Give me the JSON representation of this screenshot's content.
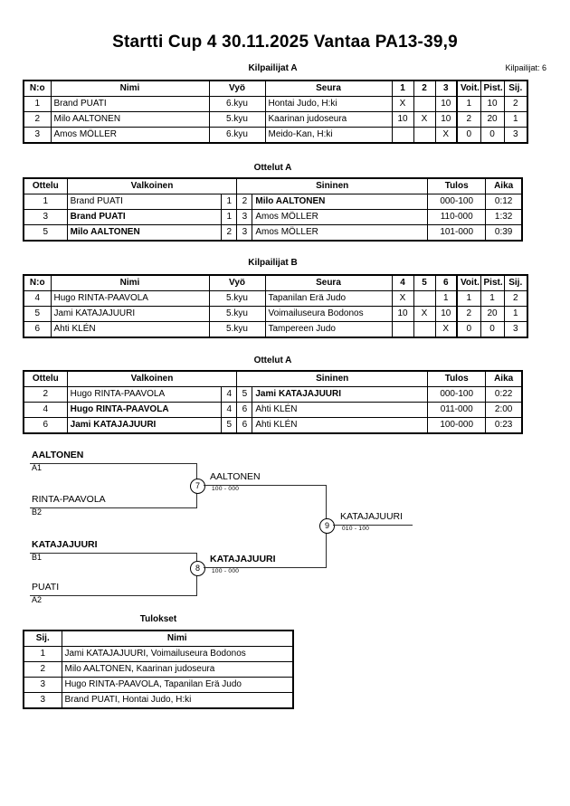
{
  "header": {
    "title": "Startti Cup 4  30.11.2025  Vantaa   PA13-39,9",
    "competitor_count_label": "Kilpailijat: 6"
  },
  "captions": {
    "pool_a": "Kilpailijat A",
    "matches_a": "Ottelut A",
    "pool_b": "Kilpailijat B",
    "matches_b": "Ottelut A",
    "results": "Tulokset"
  },
  "competitor_table": {
    "headers": {
      "no": "N:o",
      "name": "Nimi",
      "belt": "Vyö",
      "club": "Seura",
      "wins": "Voit.",
      "points": "Pist.",
      "rank": "Sij."
    }
  },
  "pool_a": {
    "cross_headers": [
      "1",
      "2",
      "3"
    ],
    "rows": [
      {
        "no": "1",
        "name": "Brand PUATI",
        "belt": "6.kyu",
        "club": "Hontai Judo, H:ki",
        "cross": [
          "X",
          "",
          "10"
        ],
        "wins": "1",
        "points": "10",
        "rank": "2"
      },
      {
        "no": "2",
        "name": "Milo AALTONEN",
        "belt": "5.kyu",
        "club": "Kaarinan judoseura",
        "cross": [
          "10",
          "X",
          "10"
        ],
        "wins": "2",
        "points": "20",
        "rank": "1"
      },
      {
        "no": "3",
        "name": "Amos MÖLLER",
        "belt": "6.kyu",
        "club": "Meido-Kan, H:ki",
        "cross": [
          "",
          "",
          "X"
        ],
        "wins": "0",
        "points": "0",
        "rank": "3"
      }
    ]
  },
  "pool_b": {
    "cross_headers": [
      "4",
      "5",
      "6"
    ],
    "rows": [
      {
        "no": "4",
        "name": "Hugo RINTA-PAAVOLA",
        "belt": "5.kyu",
        "club": "Tapanilan Erä Judo",
        "cross": [
          "X",
          "",
          "1"
        ],
        "wins": "1",
        "points": "1",
        "rank": "2"
      },
      {
        "no": "5",
        "name": "Jami KATAJAJUURI",
        "belt": "5.kyu",
        "club": "Voimailuseura Bodonos",
        "cross": [
          "10",
          "X",
          "10"
        ],
        "wins": "2",
        "points": "20",
        "rank": "1"
      },
      {
        "no": "6",
        "name": "Ahti KLÉN",
        "belt": "5.kyu",
        "club": "Tampereen Judo",
        "cross": [
          "",
          "",
          "X"
        ],
        "wins": "0",
        "points": "0",
        "rank": "3"
      }
    ]
  },
  "match_table": {
    "headers": {
      "match": "Ottelu",
      "white": "Valkoinen",
      "blue": "Sininen",
      "result": "Tulos",
      "time": "Aika"
    }
  },
  "matches_a": {
    "rows": [
      {
        "match": "1",
        "white": "Brand PUATI",
        "white_bold": false,
        "white_no": "1",
        "blue_no": "2",
        "blue": "Milo AALTONEN",
        "blue_bold": true,
        "result": "000-100",
        "time": "0:12"
      },
      {
        "match": "3",
        "white": "Brand PUATI",
        "white_bold": true,
        "white_no": "1",
        "blue_no": "3",
        "blue": "Amos MÖLLER",
        "blue_bold": false,
        "result": "110-000",
        "time": "1:32"
      },
      {
        "match": "5",
        "white": "Milo AALTONEN",
        "white_bold": true,
        "white_no": "2",
        "blue_no": "3",
        "blue": "Amos MÖLLER",
        "blue_bold": false,
        "result": "101-000",
        "time": "0:39"
      }
    ]
  },
  "matches_b": {
    "rows": [
      {
        "match": "2",
        "white": "Hugo RINTA-PAAVOLA",
        "white_bold": false,
        "white_no": "4",
        "blue_no": "5",
        "blue": "Jami KATAJAJUURI",
        "blue_bold": true,
        "result": "000-100",
        "time": "0:22"
      },
      {
        "match": "4",
        "white": "Hugo RINTA-PAAVOLA",
        "white_bold": true,
        "white_no": "4",
        "blue_no": "6",
        "blue": "Ahti KLÉN",
        "blue_bold": false,
        "result": "011-000",
        "time": "2:00"
      },
      {
        "match": "6",
        "white": "Jami KATAJAJUURI",
        "white_bold": true,
        "white_no": "5",
        "blue_no": "6",
        "blue": "Ahti KLÉN",
        "blue_bold": false,
        "result": "100-000",
        "time": "0:23"
      }
    ]
  },
  "bracket": {
    "entries": [
      {
        "name": "AALTONEN",
        "seed": "A1",
        "bold": true
      },
      {
        "name": "RINTA-PAAVOLA",
        "seed": "B2",
        "bold": false
      },
      {
        "name": "KATAJAJUURI",
        "seed": "B1",
        "bold": true
      },
      {
        "name": "PUATI",
        "seed": "A2",
        "bold": false
      }
    ],
    "semifinal_top": {
      "number": "7",
      "winner": "AALTONEN",
      "score": "100 - 000",
      "bold": false
    },
    "semifinal_bottom": {
      "number": "8",
      "winner": "KATAJAJUURI",
      "score": "100 - 000",
      "bold": true
    },
    "final": {
      "number": "9",
      "winner": "KATAJAJUURI",
      "score": "010 - 100",
      "bold": false
    }
  },
  "results": {
    "headers": {
      "rank": "Sij.",
      "name": "Nimi"
    },
    "rows": [
      {
        "rank": "1",
        "name": "Jami KATAJAJUURI, Voimailuseura Bodonos"
      },
      {
        "rank": "2",
        "name": "Milo AALTONEN, Kaarinan judoseura"
      },
      {
        "rank": "3",
        "name": "Hugo RINTA-PAAVOLA, Tapanilan Erä Judo"
      },
      {
        "rank": "3",
        "name": "Brand PUATI, Hontai Judo, H:ki"
      }
    ]
  }
}
